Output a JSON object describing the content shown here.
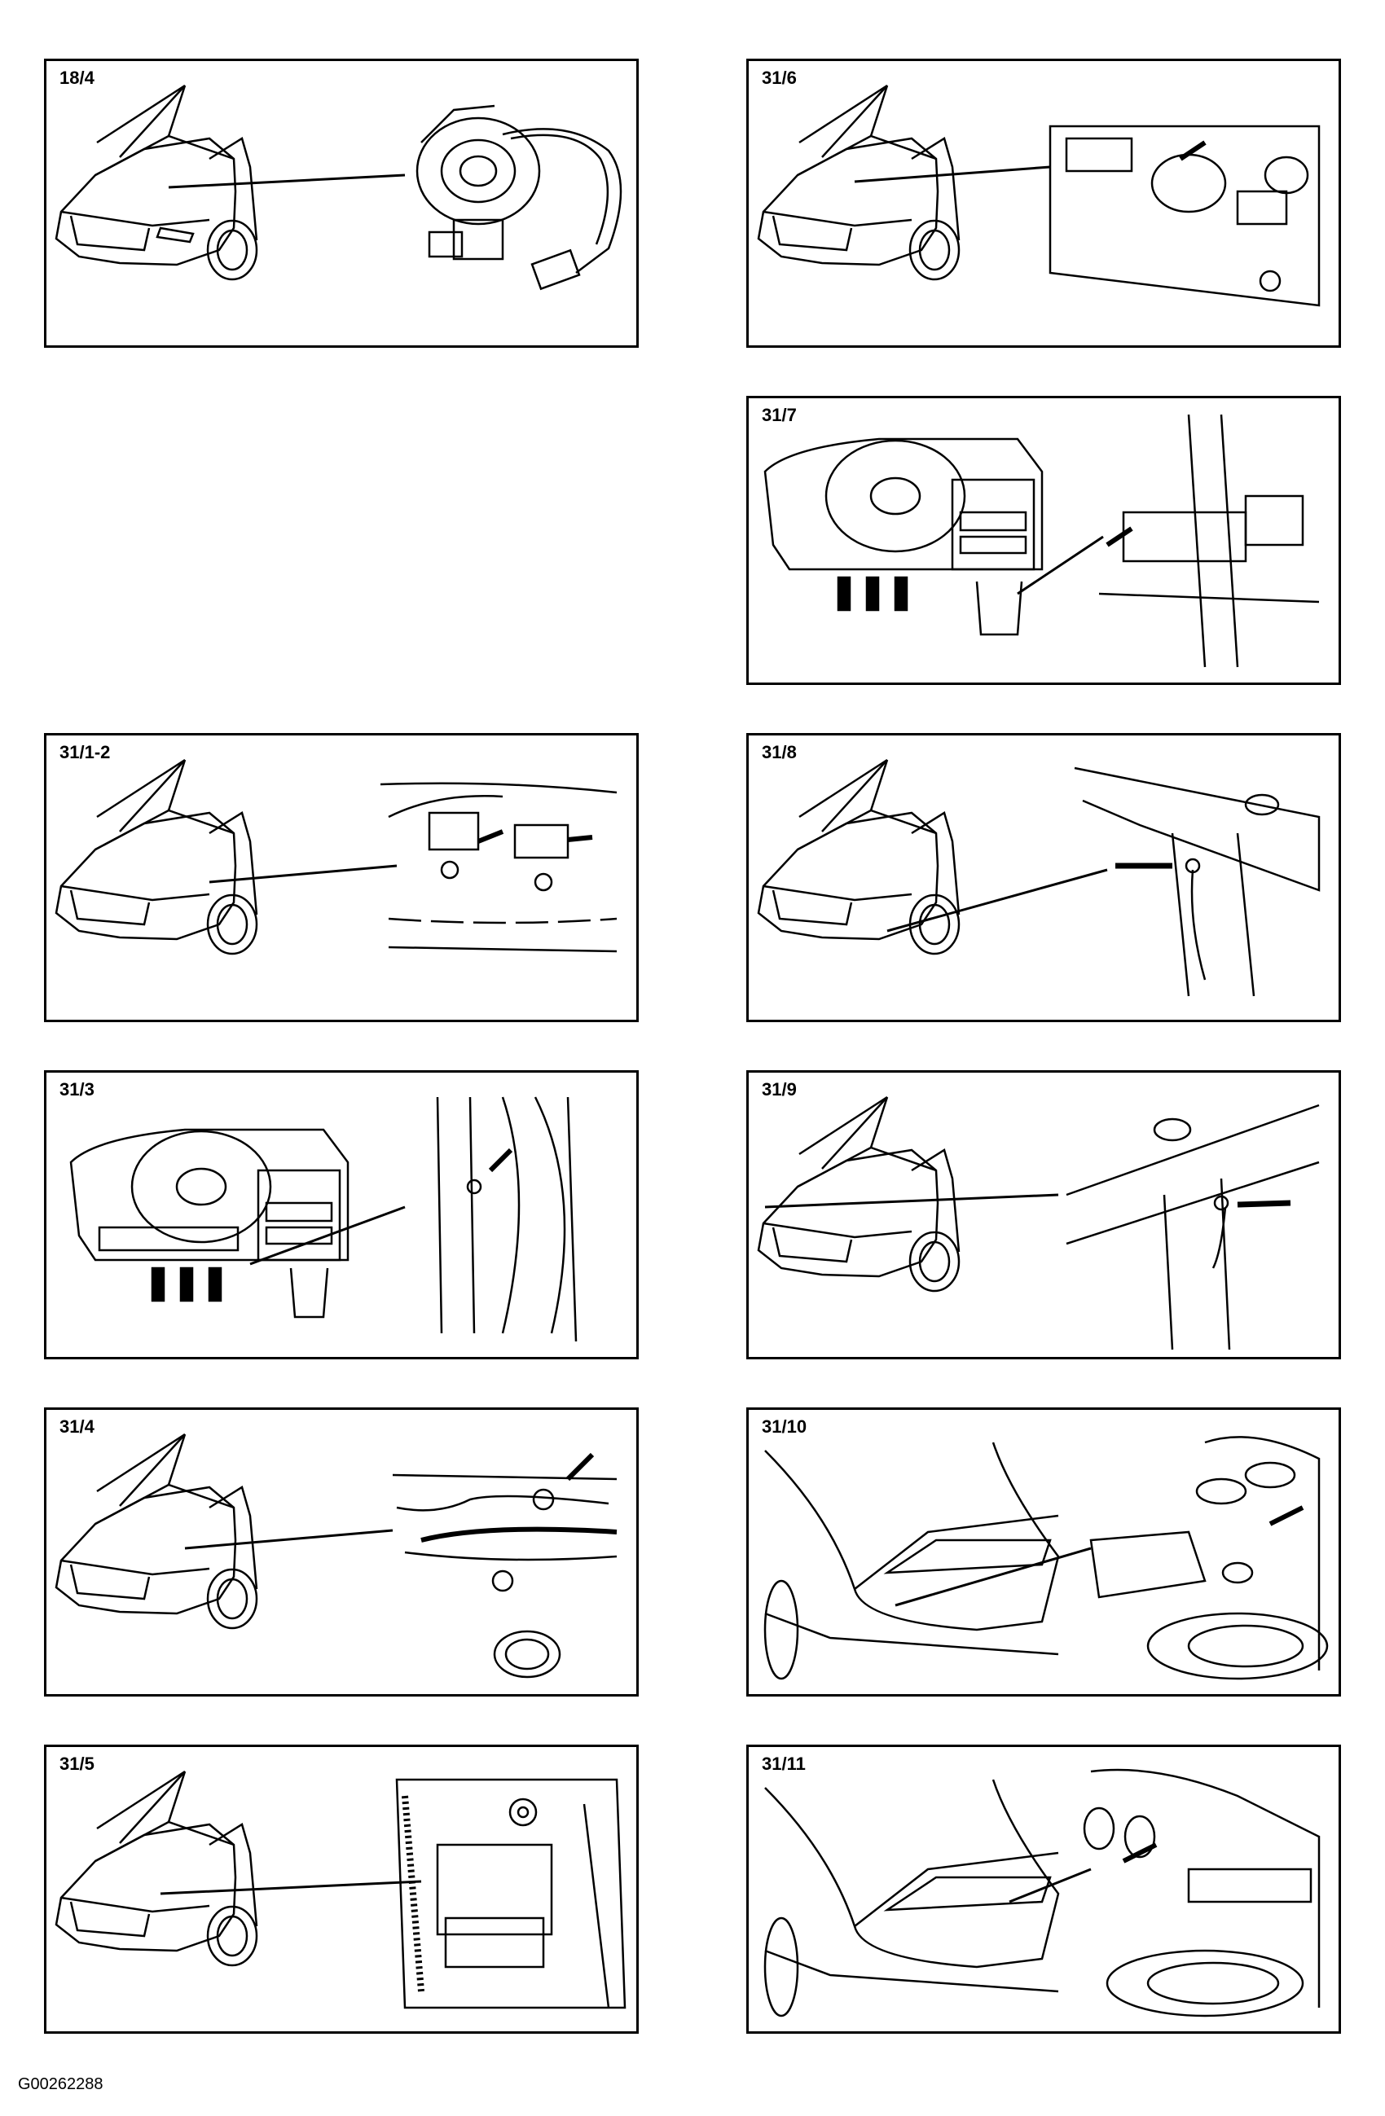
{
  "panels": [
    {
      "id": "p18-4",
      "label": "18/4",
      "scene": "car",
      "detail": "clockspring"
    },
    {
      "id": "p31-6",
      "label": "31/6",
      "scene": "car",
      "detail": "engine"
    },
    {
      "id": "p31-7",
      "label": "31/7",
      "scene": "dash",
      "detail": "bracket"
    },
    {
      "id": "p31-1-2",
      "label": "31/1-2",
      "scene": "car",
      "detail": "connectors"
    },
    {
      "id": "p31-8",
      "label": "31/8",
      "scene": "car",
      "detail": "ground-left"
    },
    {
      "id": "p31-3",
      "label": "31/3",
      "scene": "dash",
      "detail": "pillar"
    },
    {
      "id": "p31-9",
      "label": "31/9",
      "scene": "car",
      "detail": "ground-right"
    },
    {
      "id": "p31-4",
      "label": "31/4",
      "scene": "car",
      "detail": "harness"
    },
    {
      "id": "p31-10",
      "label": "31/10",
      "scene": "trunk",
      "detail": "trunk-lights"
    },
    {
      "id": "p31-5",
      "label": "31/5",
      "scene": "car",
      "detail": "battery"
    },
    {
      "id": "p31-11",
      "label": "31/11",
      "scene": "trunk",
      "detail": "trunk-lights"
    }
  ],
  "document_id": "G00262288",
  "icons": {
    "pointer_arrow": "arrow-icon",
    "leader_line": "leader-line"
  }
}
